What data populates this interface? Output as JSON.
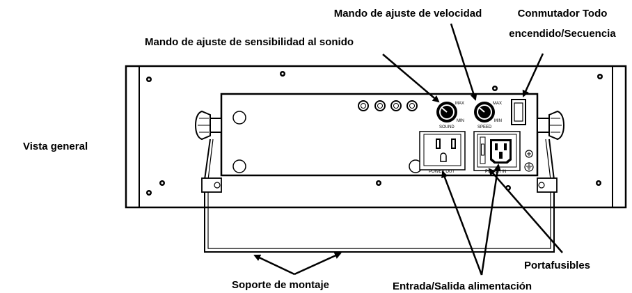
{
  "labels": {
    "vista_general": "Vista general",
    "sensitivity_knob": "Mando de ajuste de sensibilidad al sonido",
    "speed_knob": "Mando de ajuste de velocidad",
    "switch_line1": "Conmutador Todo",
    "switch_line2": "encendido/Secuencia",
    "fuse_holder": "Portafusibles",
    "mount_bracket": "Soporte de montaje",
    "power_io": "Entrada/Salida alimentación"
  },
  "panel_text": {
    "sound": "SOUND",
    "speed": "SPEED",
    "max": "MAX",
    "min": "MIN",
    "power_out": "POWER OUT",
    "power_in": "POWER IN"
  }
}
